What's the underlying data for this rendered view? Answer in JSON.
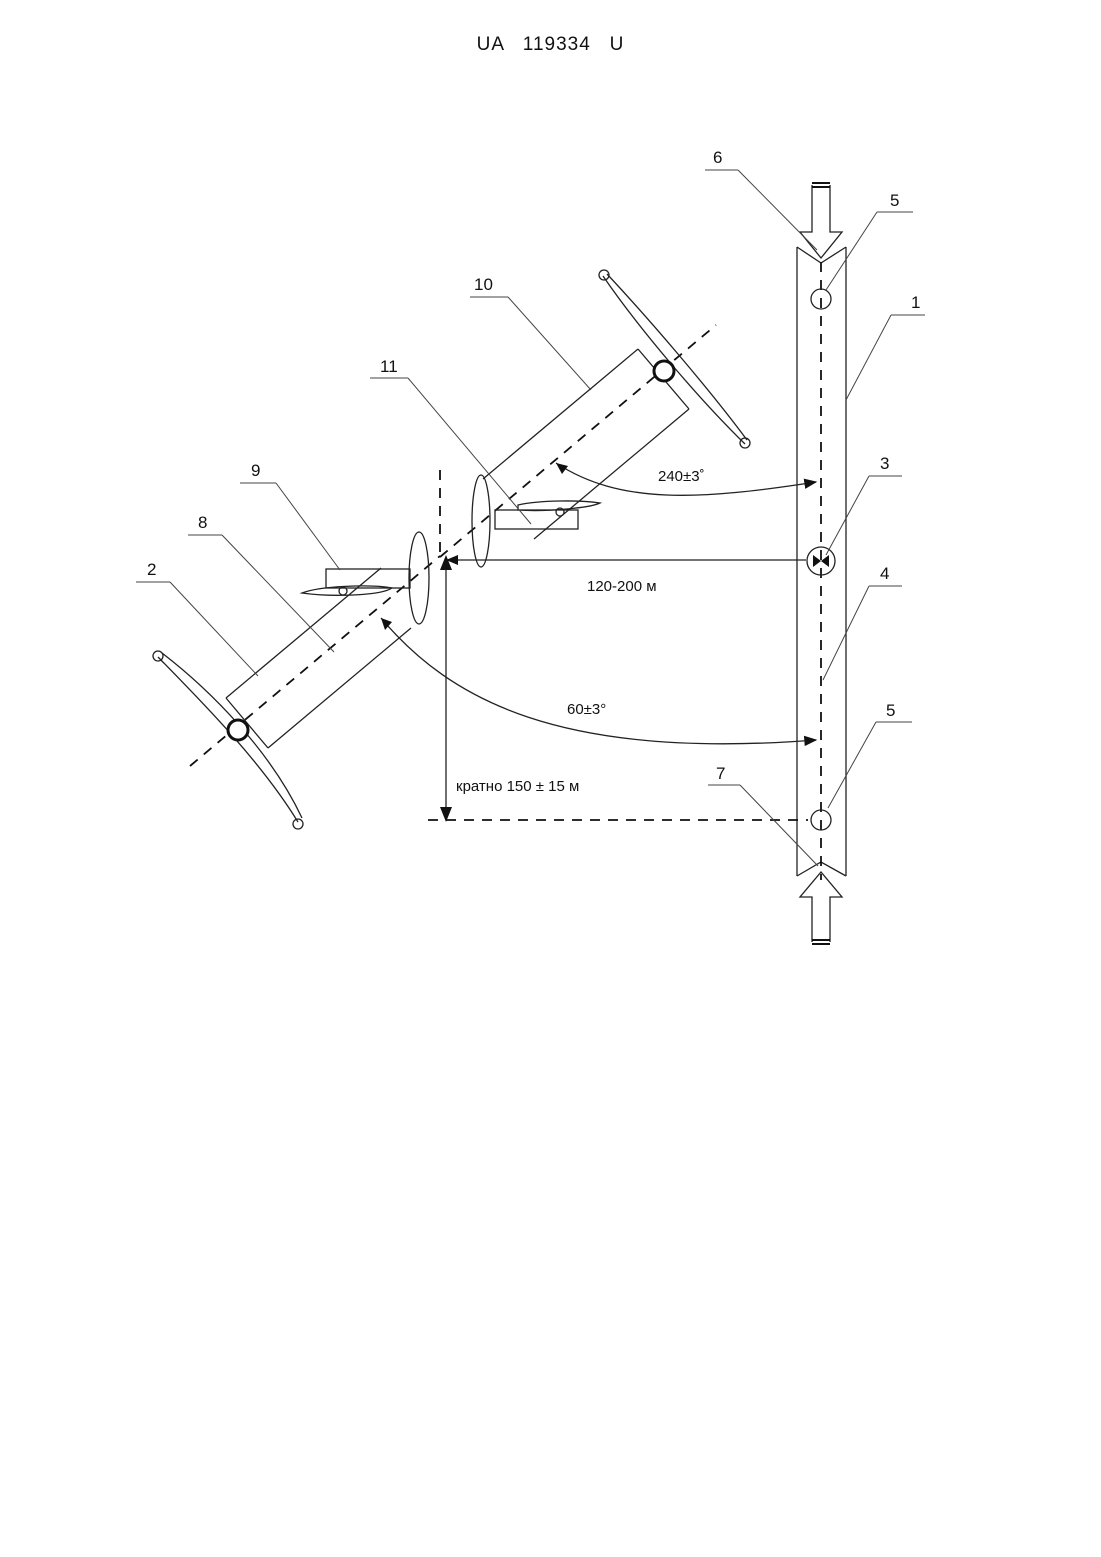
{
  "header": {
    "doc_number": "UA   119334   U"
  },
  "labels": {
    "l1": "1",
    "l2": "2",
    "l3": "3",
    "l4": "4",
    "l5a": "5",
    "l5b": "5",
    "l6": "6",
    "l7": "7",
    "l8": "8",
    "l9": "9",
    "l10": "10",
    "l11": "11"
  },
  "dimensions": {
    "angle_upper": "240±3˚",
    "distance": "120-200 м",
    "angle_lower": "60±3°",
    "spacing": "кратно 150 ± 15 м"
  }
}
